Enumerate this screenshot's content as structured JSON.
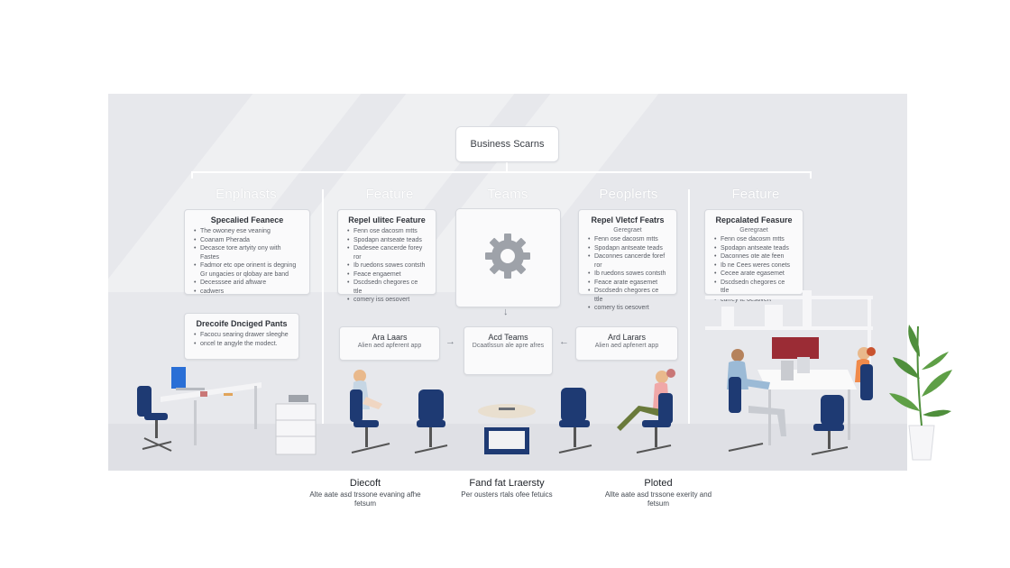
{
  "diagram": {
    "root_label": "Business Scarns",
    "columns": [
      {
        "heading": "Enplnasts"
      },
      {
        "heading": "Feature"
      },
      {
        "heading": "Teams"
      },
      {
        "heading": "Peoplerts"
      },
      {
        "heading": "Feature"
      }
    ],
    "cards": [
      {
        "title": "Specalied Feanece",
        "sub": "",
        "items": [
          "The owoney ese veaning",
          "Coanam Pherada",
          "Decasce tore artyity ony with Fastes",
          "Fadmor etc ope orinent is degning Gr ungacies or qlobay are band",
          "Decesssee arid aftware",
          "cadwers"
        ]
      },
      {
        "title": "Repel ulitec Feature",
        "sub": "",
        "items": [
          "Fenn ose dacosm mtts",
          "Spodapn antseate teads",
          "Dadesee cancerde forey ror",
          "Ib ruedons sowes contsth",
          "Feace engaemet",
          "Dscdsedn chegores ce ttle",
          "comery iss oesovert"
        ]
      },
      {
        "title": "Repel Vletcf Featrs",
        "sub": "Geregraet",
        "items": [
          "Fenn ose dacosm mtts",
          "Spodapn antseate teads",
          "Daconnes cancerde foref ror",
          "Ib ruedons sowes contsth",
          "Feace arate egasemet",
          "Dscdsedn chegores ce ttle",
          "comery tis oesovert"
        ]
      },
      {
        "title": "Repcalated Feasure",
        "sub": "Geregraet",
        "items": [
          "Fenn ose dacosm mtts",
          "Spodapn antseate teads",
          "Daconnes ote ate feen",
          "Ib ne Cees weres conets",
          "Cecee arate egasemet",
          "Dscdsedn chegores ce ttle",
          "currey te oesovert"
        ]
      },
      {
        "title": "Drecoife Dnciged Pants",
        "sub": "",
        "items": [
          "Facocu searing drawer sleeghe",
          "oncel te angyle the modect."
        ]
      }
    ],
    "small_cards": [
      {
        "title": "Ara Laars",
        "desc": "Alien aed apferent app"
      },
      {
        "title": "Acd Teams",
        "desc": "Dcaatlssun ale apre afres"
      },
      {
        "title": "Ard Larars",
        "desc": "Alien aed apfenert app"
      }
    ],
    "captions": [
      {
        "title": "Diecoft",
        "desc": "Alte aate asd trssone evaning afhe fetsum"
      },
      {
        "title": "Fand fat Lraersty",
        "desc": "Per ousters rtals ofee fetuics"
      },
      {
        "title": "Ploted",
        "desc": "Allte aate asd trssone exerity and fetsum"
      }
    ]
  },
  "colors": {
    "panel": "#e7e8ec",
    "chair_blue": "#1e3a73",
    "accent_red": "#9b2c35",
    "plant_green": "#4f8f3c"
  }
}
